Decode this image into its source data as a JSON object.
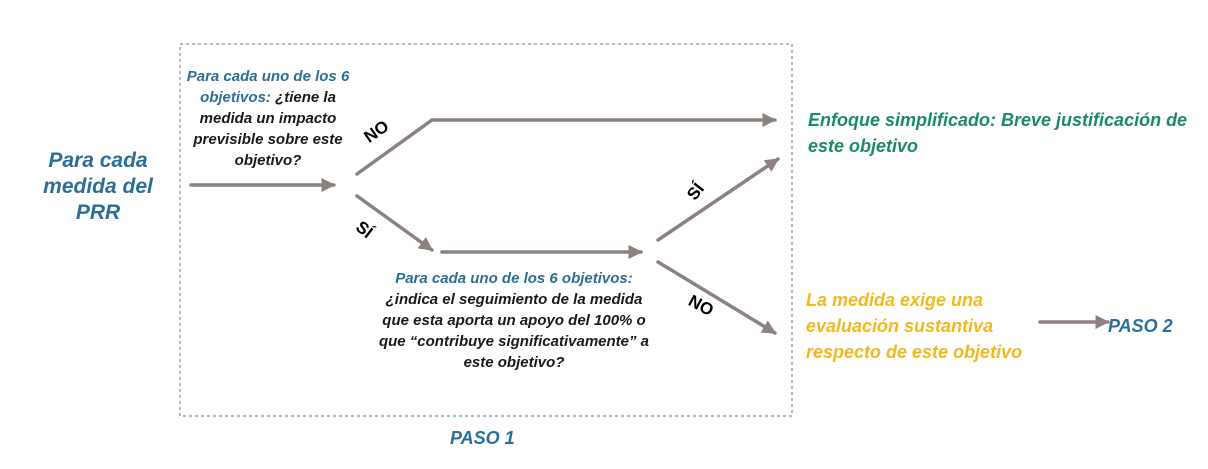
{
  "start_label": "Para cada medida del PRR",
  "question_1": {
    "lead": "Para cada uno de los 6 objetivos:",
    "text": " ¿tiene la medida un impacto previsible sobre este objetivo?"
  },
  "question_2": {
    "lead": "Para cada uno de los 6 objetivos:",
    "text": " ¿indica el seguimiento de la medida que esta aporta un apoyo del 100% o que “contribuye significativamente” a este objetivo?"
  },
  "branch_labels": {
    "q1_no": "NO",
    "q1_yes": "SÍ",
    "q2_yes": "SÍ",
    "q2_no": "NO"
  },
  "outcome_simplified": "Enfoque simplificado: Breve justificación de este objetivo",
  "outcome_substantive": "La medida exige una evaluación sustantiva respecto de este objetivo",
  "step_2_label": "PASO 2",
  "step_1_label": "PASO 1",
  "colors": {
    "blue": "#2a6f97",
    "teal": "#1a8a6e",
    "gold": "#f2b81c",
    "arrow": "#8c8280",
    "frame": "#7f95a3"
  }
}
